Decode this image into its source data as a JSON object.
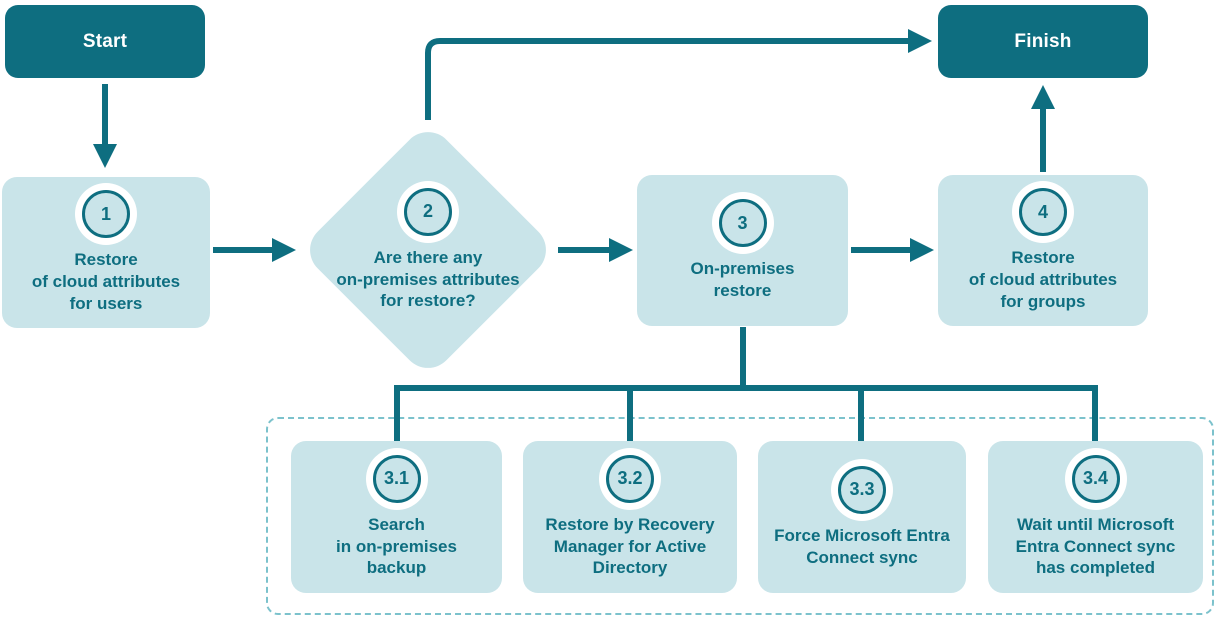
{
  "colors": {
    "dark_teal": "#0e6e80",
    "light_teal": "#c9e4e9",
    "dashed_border": "#7cc2cc",
    "terminal_text": "#ffffff"
  },
  "flowchart": {
    "start": {
      "label": "Start"
    },
    "finish": {
      "label": "Finish"
    },
    "steps": [
      {
        "number": "1",
        "shape": "rect",
        "label": "Restore\nof cloud attributes\nfor users"
      },
      {
        "number": "2",
        "shape": "diamond",
        "label": "Are there any\non-premises attributes\nfor restore?"
      },
      {
        "number": "3",
        "shape": "rect",
        "label": "On-premises\nrestore"
      },
      {
        "number": "4",
        "shape": "rect",
        "label": "Restore\nof cloud attributes\nfor groups"
      }
    ],
    "substeps": [
      {
        "number": "3.1",
        "label": "Search\nin on-premises\nbackup"
      },
      {
        "number": "3.2",
        "label": "Restore by Recovery\nManager for Active\nDirectory"
      },
      {
        "number": "3.3",
        "label": "Force Microsoft Entra\nConnect sync"
      },
      {
        "number": "3.4",
        "label": "Wait until Microsoft\nEntra Connect sync\nhas completed"
      }
    ]
  }
}
